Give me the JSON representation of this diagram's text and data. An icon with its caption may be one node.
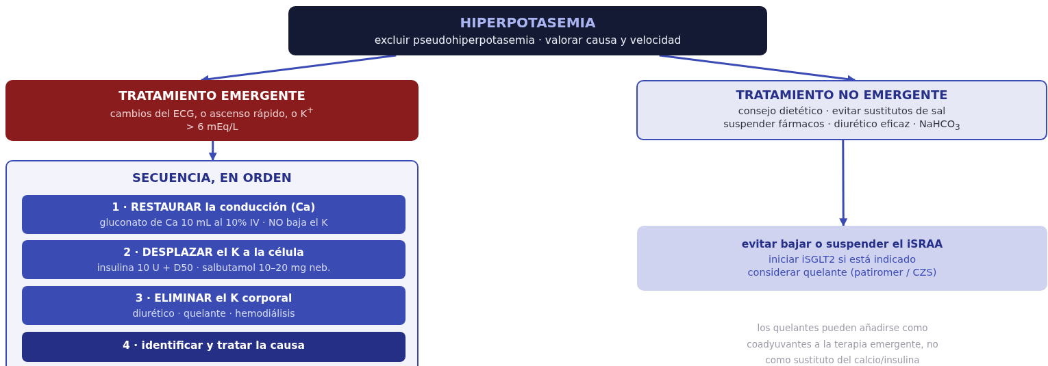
{
  "diagram": {
    "nodes": [
      {
        "text": [
          "HIPERPOTASEMIA",
          "excluir pseudohiperpotasemia · valorar causa y velocidad"
        ]
      },
      {
        "text": [
          "TRATAMIENTO EMERGENTE",
          "cambios del ECG, o ascenso rápido, o K$^{+}$ > 6 mEq/L"
        ]
      },
      {
        "text": [
          "SECUENCIA, EN ORDEN"
        ]
      },
      {
        "text": [
          "1 · RESTAURAR la conducción (Ca)",
          "gluconato de Ca 10 mL al 10% IV · NO baja el K"
        ],
        "in": 2
      },
      {
        "text": [
          "2 · DESPLAZAR el K a la célula",
          "insulina 10 U + D50 · salbutamol 10–20 mg neb."
        ],
        "in": 2
      },
      {
        "text": [
          "3 · ELIMINAR el K corporal",
          "diurético · quelante · hemodiálisis"
        ],
        "in": 2
      },
      {
        "text": [
          "4 · identificar y tratar la causa"
        ],
        "in": 2
      },
      {
        "text": [
          "TRATAMIENTO NO EMERGENTE",
          "consejo dietético · evitar sustitutos de sal",
          "suspender fármacos · diurético eficaz · NaHCO$_{3}$"
        ]
      },
      {
        "text": [
          "evitar bajar o suspender el iSRAA",
          "iniciar iSGLT2 si está indicado",
          "considerar quelante (patiromer / CZS)"
        ]
      }
    ],
    "edges": [
      {
        "from": 0,
        "to": 1,
        "arrow": "to"
      },
      {
        "from": 0,
        "to": 7,
        "arrow": "to"
      },
      {
        "from": 1,
        "to": 2,
        "arrow": "to"
      },
      {
        "from": 7,
        "to": 8,
        "arrow": "to"
      }
    ],
    "labels": [
      "los quelantes pueden añadirse como coadyuvantes a la terapia emergente, no como sustituto del calcio/insulina"
    ]
  }
}
